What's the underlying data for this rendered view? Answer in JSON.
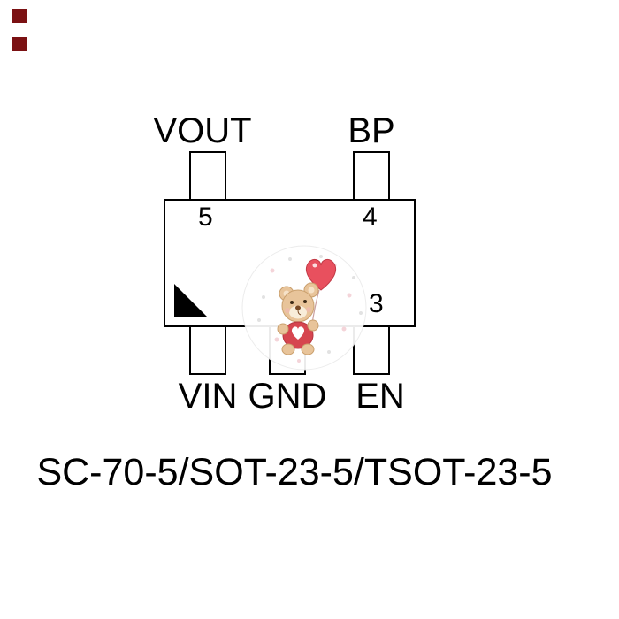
{
  "colors": {
    "accent_square": "#7b1113",
    "outline": "#000000",
    "text": "#000000",
    "heart_red": "#e8505e",
    "bear_tan": "#e8c49a",
    "shirt_red": "#d6454f"
  },
  "diagram": {
    "labels": {
      "vout": "VOUT",
      "bp": "BP",
      "vin": "VIN",
      "gnd": "GND",
      "en": "EN"
    },
    "pin_numbers": {
      "pin5": "5",
      "pin4": "4",
      "pin3": "3"
    },
    "caption": "SC-70-5/SOT-23-5/TSOT-23-5"
  }
}
